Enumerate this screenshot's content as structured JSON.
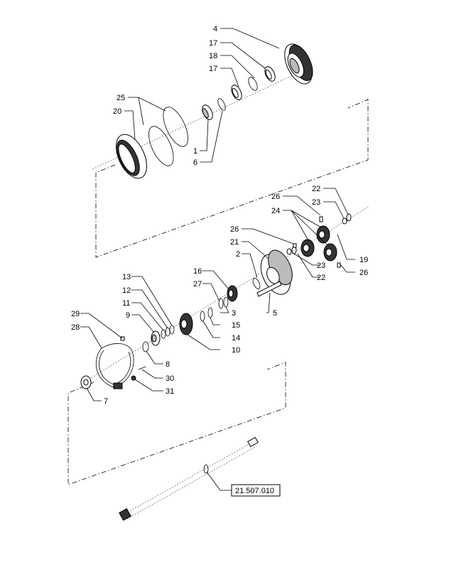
{
  "callouts": {
    "c4": "4",
    "c17a": "17",
    "c18": "18",
    "c17b": "17",
    "c25": "25",
    "c20": "20",
    "c1": "1",
    "c6": "6",
    "c22a": "22",
    "c23a": "23",
    "c26a": "26",
    "c24": "24",
    "c26b": "26",
    "c21": "21",
    "c2": "2",
    "c23b": "23",
    "c22b": "22",
    "c19": "19",
    "c26c": "26",
    "c13": "13",
    "c12": "12",
    "c11": "11",
    "c9": "9",
    "c16": "16",
    "c27": "27",
    "c3": "3",
    "c15": "15",
    "c14": "14",
    "c10": "10",
    "c5": "5",
    "c29": "29",
    "c28": "28",
    "c8": "8",
    "c30": "30",
    "c31": "31",
    "c7": "7"
  },
  "reference_box": "21.507.010"
}
